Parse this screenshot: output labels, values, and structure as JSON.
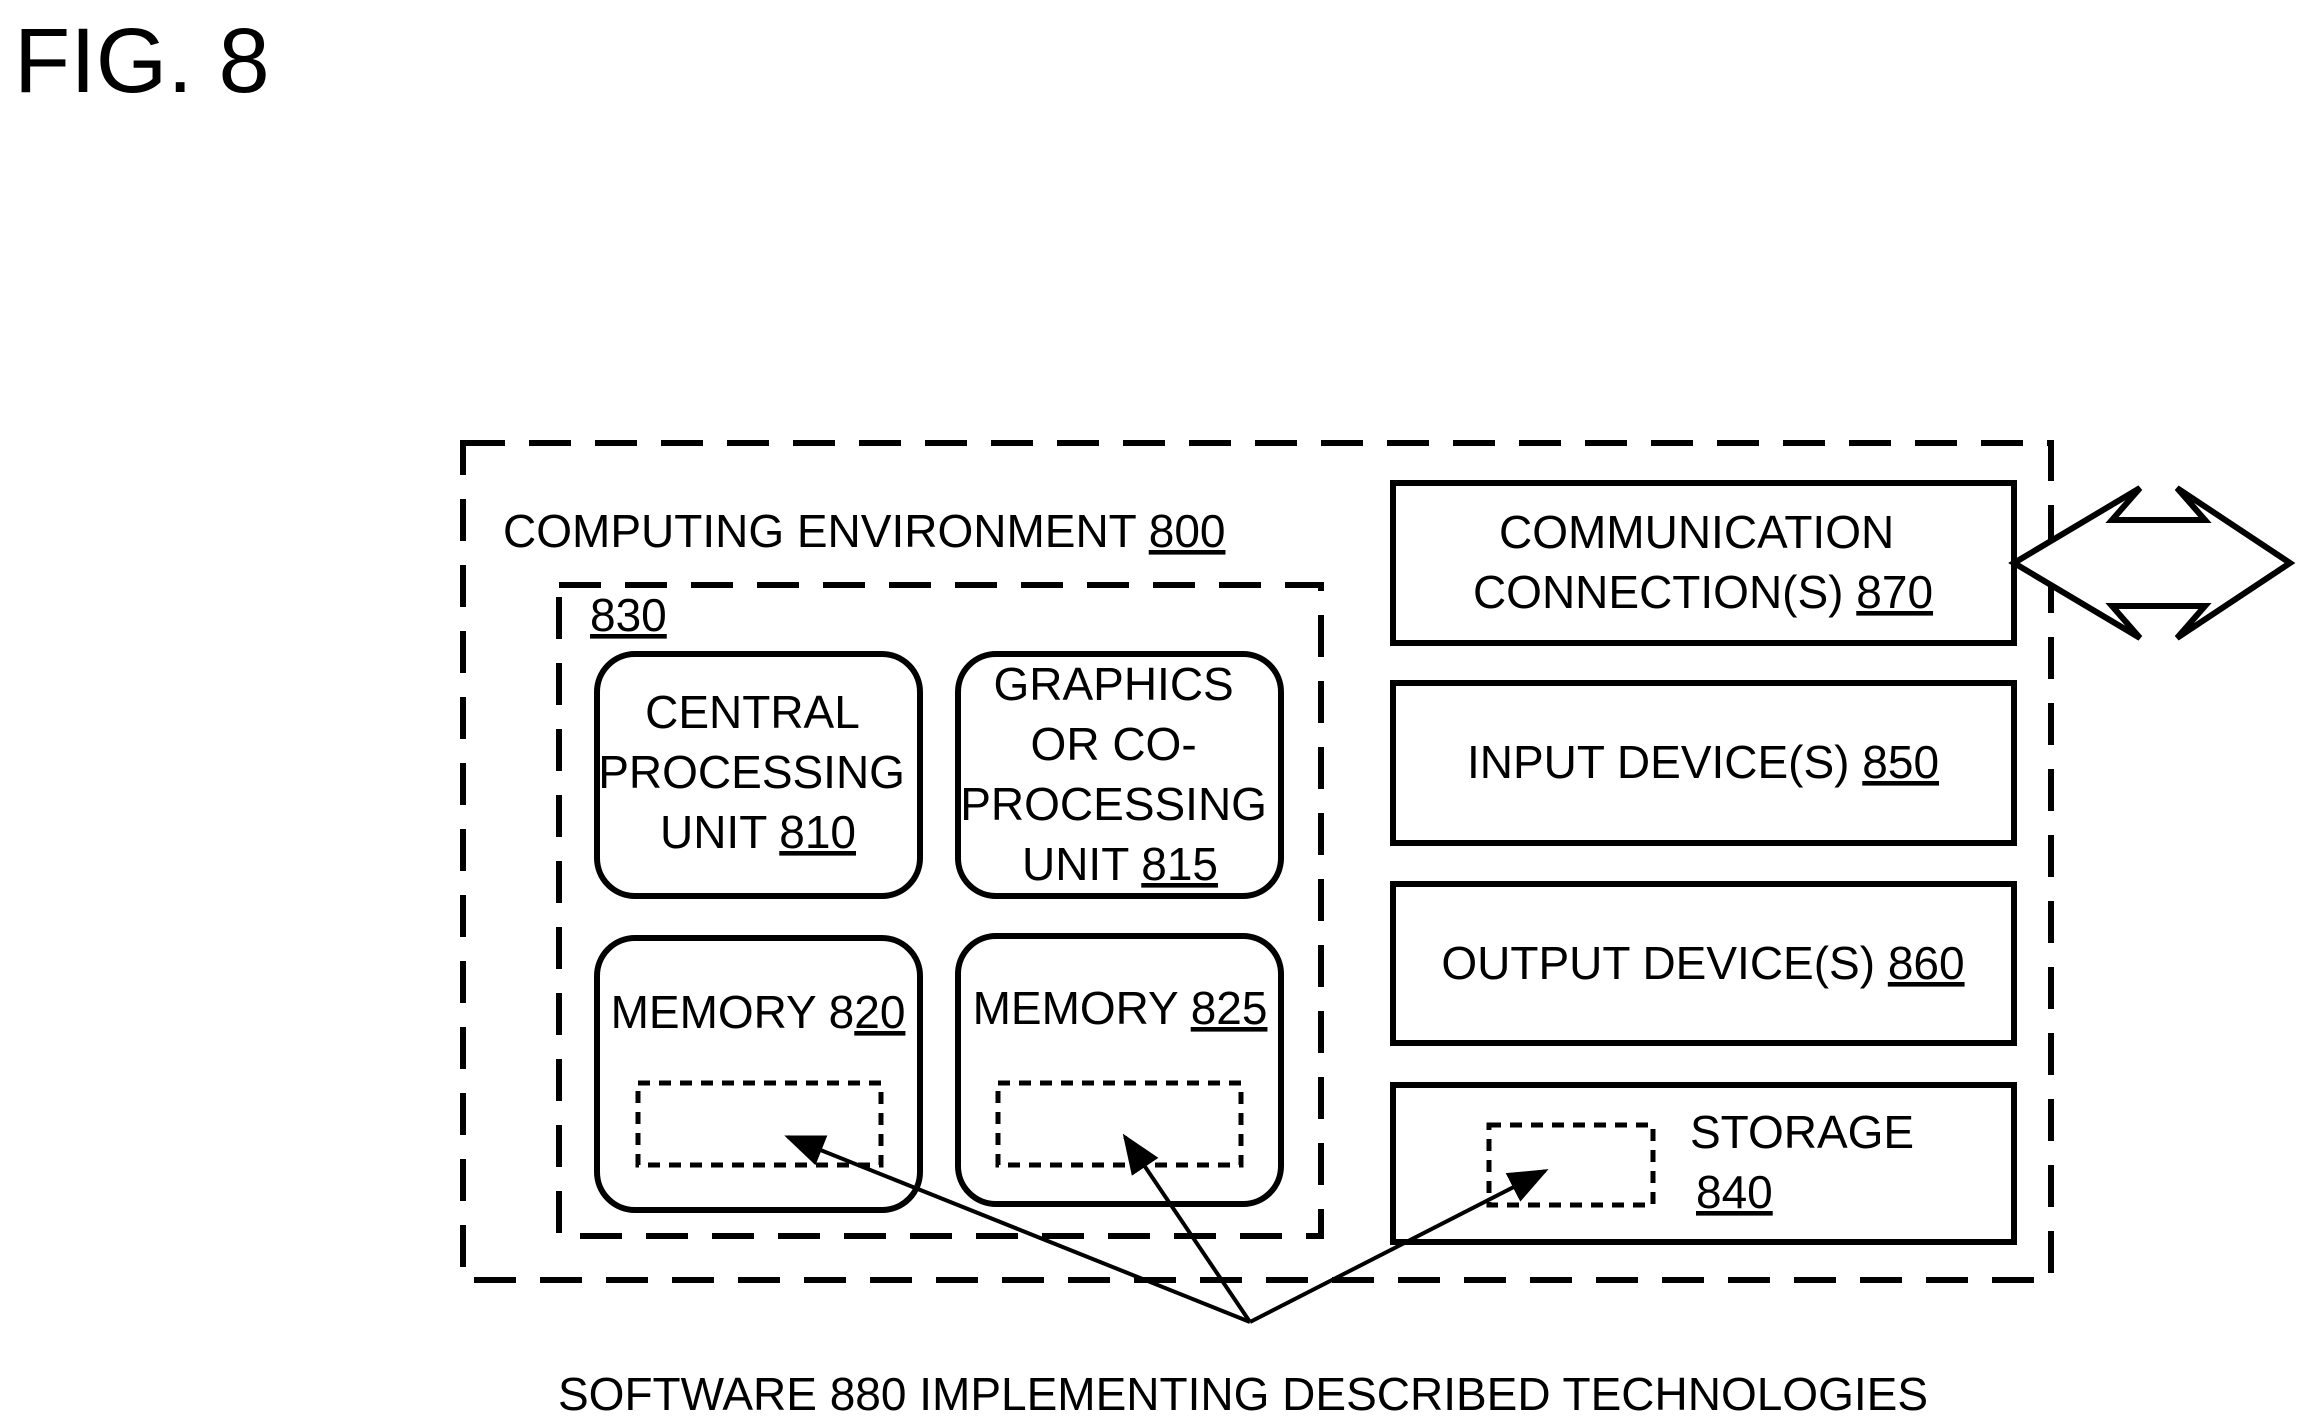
{
  "figure": {
    "title": "FIG. 8"
  },
  "computing_environment": {
    "label": "COMPUTING ENVIRONMENT ",
    "ref": "800"
  },
  "processing_group": {
    "ref": "830"
  },
  "cpu": {
    "line1": "CENTRAL",
    "line2": "PROCESSING",
    "line3_prefix": "UNIT ",
    "ref": "810"
  },
  "gpu": {
    "line1": "GRAPHICS",
    "line2": "OR CO-",
    "line3": "PROCESSING",
    "line4_prefix": "UNIT ",
    "ref": "815"
  },
  "memory_820": {
    "prefix": "MEMORY 8",
    "ref_underlined": "20"
  },
  "memory_825": {
    "prefix": "MEMORY ",
    "ref": "825"
  },
  "communication": {
    "line1": "COMMUNICATION",
    "line2_prefix": "CONNECTION(S) ",
    "ref": "870"
  },
  "input_devices": {
    "prefix": "INPUT DEVICE(S) ",
    "ref": "850"
  },
  "output_devices": {
    "prefix": "OUTPUT DEVICE(S) ",
    "ref": "860"
  },
  "storage": {
    "line1": "STORAGE",
    "ref": "840"
  },
  "software": {
    "label": "SOFTWARE 880 IMPLEMENTING DESCRIBED TECHNOLOGIES"
  }
}
